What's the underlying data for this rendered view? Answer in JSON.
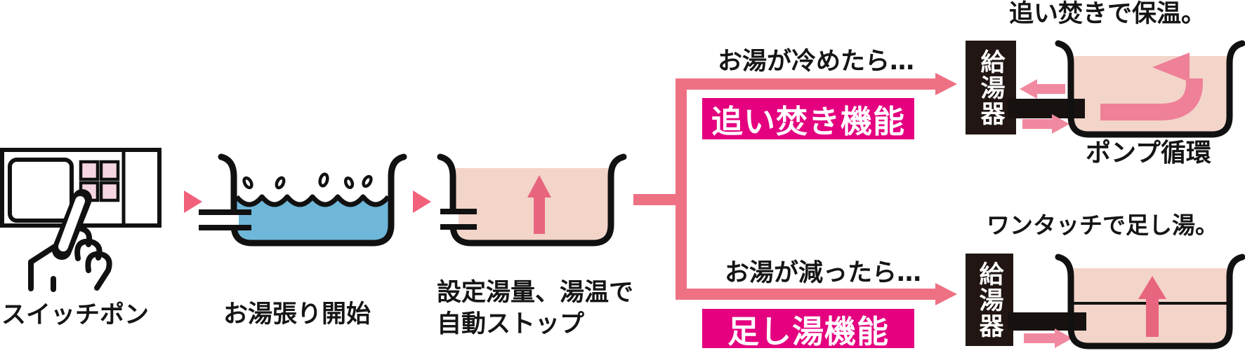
{
  "steps": {
    "switch": {
      "label": "スイッチポン"
    },
    "fill": {
      "label": "お湯張り開始"
    },
    "autostop": {
      "line1": "設定湯量、湯温で",
      "line2": "自動ストップ"
    }
  },
  "branches": {
    "top": {
      "condition": "お湯が冷めたら…",
      "feature": "追い焚き機能",
      "title": "追い焚きで保温。",
      "heater": "給湯器",
      "caption": "ポンプ循環"
    },
    "bottom": {
      "condition": "お湯が減ったら…",
      "feature": "足し湯機能",
      "title": "ワンタッチで足し湯。",
      "heater": "給湯器"
    }
  },
  "colors": {
    "feature_magenta": "#e4007f",
    "flow_line_pink": "#ee7183",
    "water_arrow_pink": "#e8657f",
    "small_arrow_pink": "#f0899f",
    "water_blue": "#6fb7d9",
    "warm_water_pink": "#f3d4c9",
    "button_pink": "#f6d5e3",
    "ink_black": "#151515"
  }
}
